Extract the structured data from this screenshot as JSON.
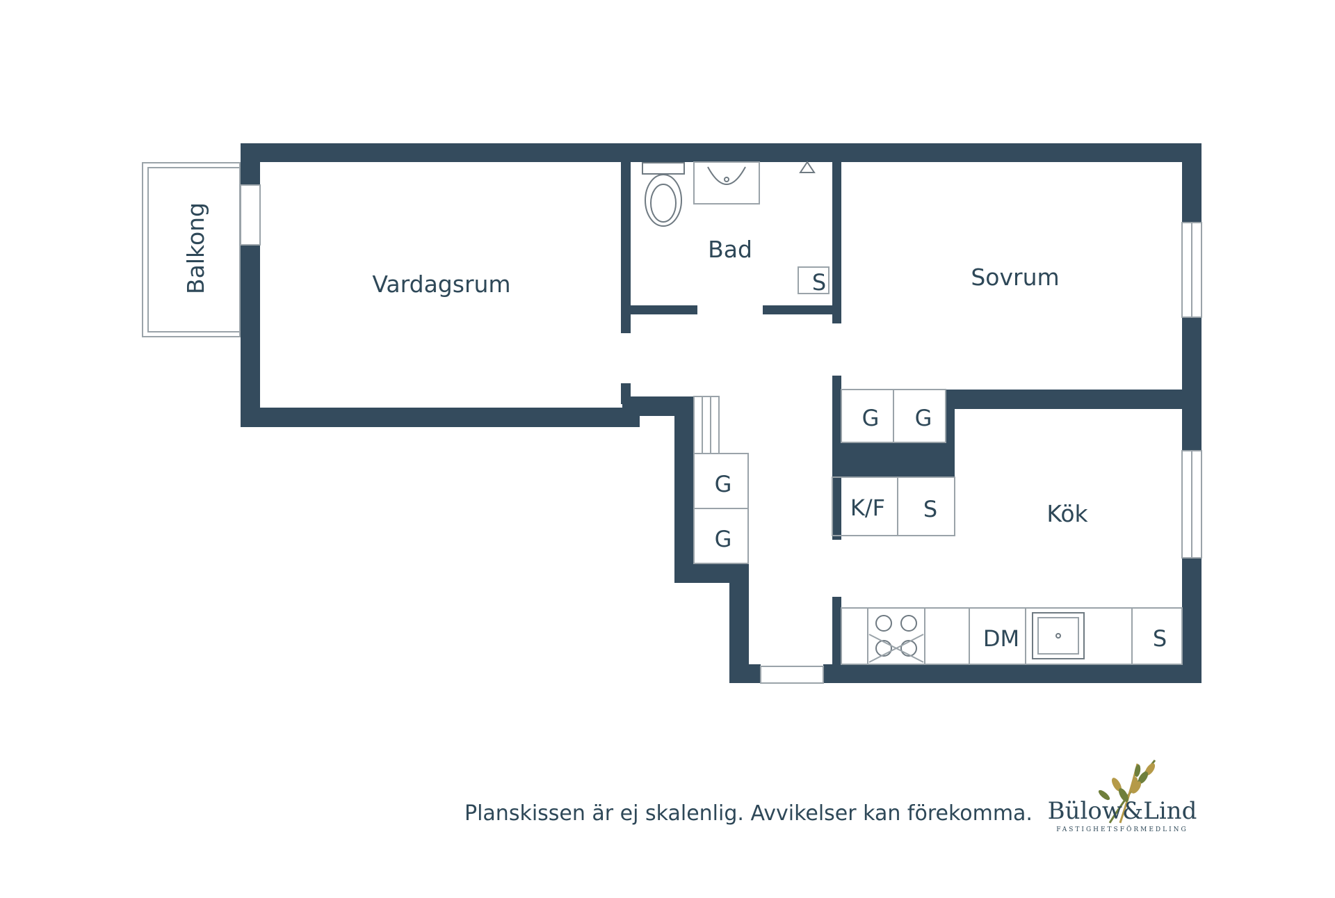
{
  "rooms": {
    "balkong": "Balkong",
    "vardagsrum": "Vardagsrum",
    "bad": "Bad",
    "sovrum": "Sovrum",
    "kok": "Kök"
  },
  "fixtures": {
    "bad_s": "S",
    "hall_g1": "G",
    "hall_g2": "G",
    "hall_g3": "G",
    "hall_g4": "G",
    "kf": "K/F",
    "kf_s": "S",
    "dm": "DM",
    "kok_s": "S"
  },
  "footer": {
    "disclaimer": "Planskissen är ej skalenlig. Avvikelser kan förekomma.",
    "brand_name": "Bülow&Lind",
    "brand_tagline": "FASTIGHETSFÖRMEDLING"
  },
  "colors": {
    "wall": "#344b5d",
    "text": "#2e4858",
    "logo_gold": "#b59a48",
    "logo_green": "#6f7f3c"
  }
}
